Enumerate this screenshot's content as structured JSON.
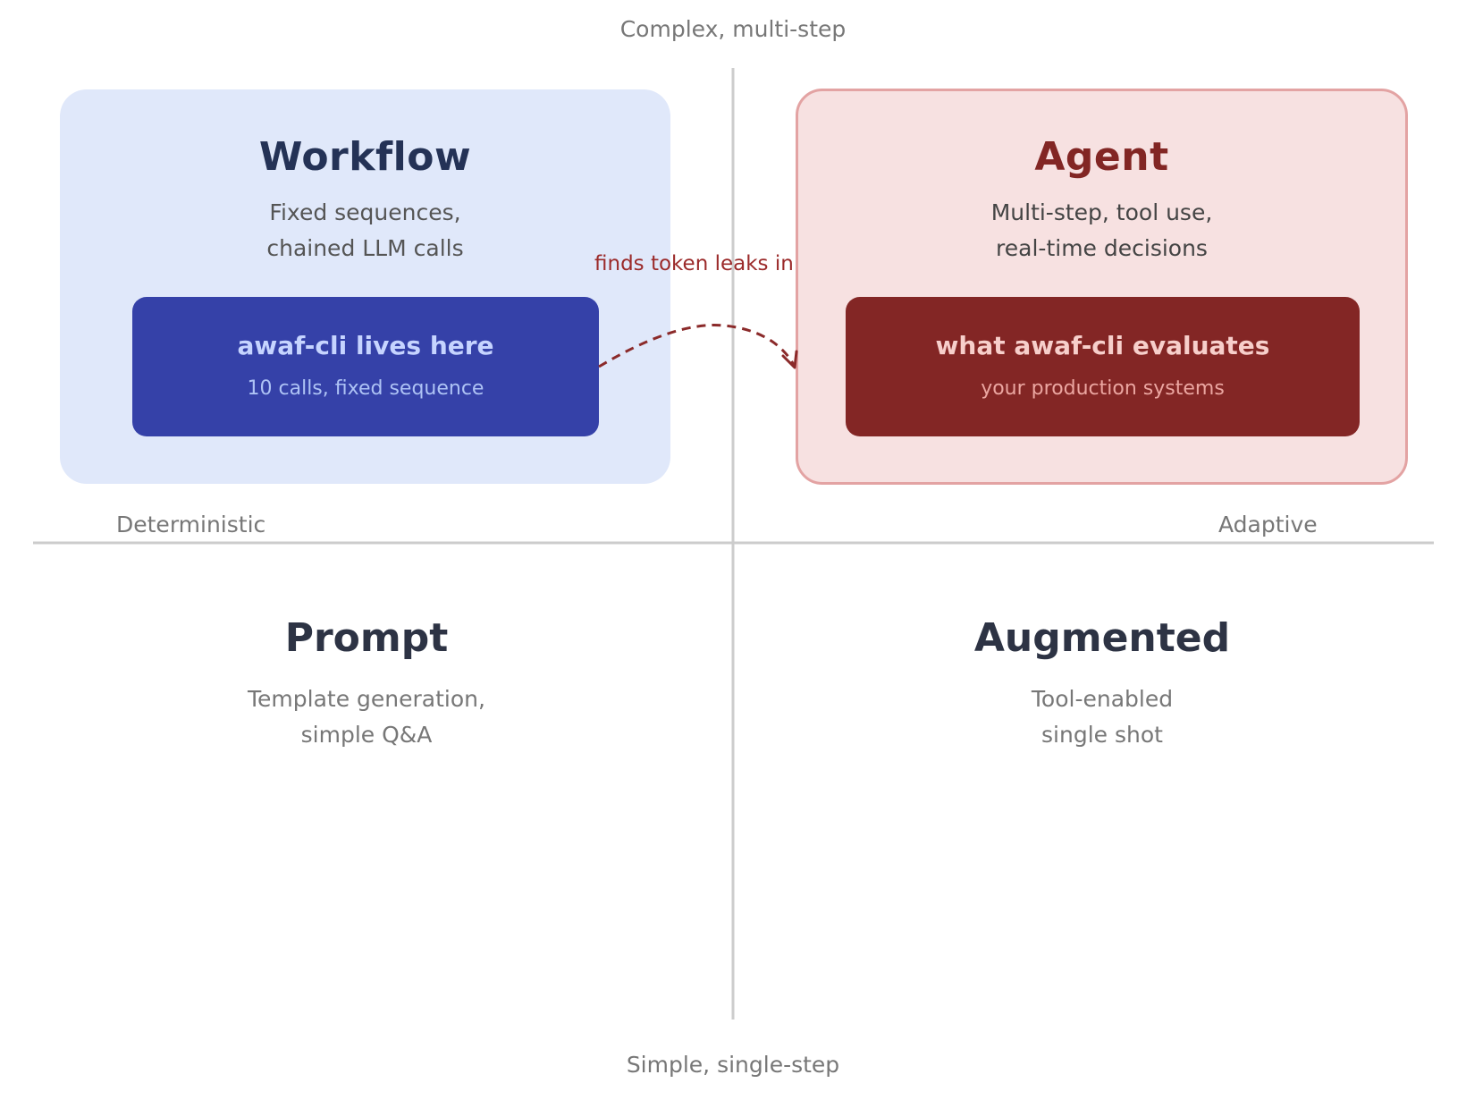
{
  "axes": {
    "top": "Complex, multi-step",
    "bottom": "Simple, single-step",
    "left": "Deterministic",
    "right": "Adaptive"
  },
  "quadrants": {
    "workflow": {
      "title": "Workflow",
      "desc_line1": "Fixed sequences,",
      "desc_line2": "chained LLM calls",
      "inner_title": "awaf-cli lives here",
      "inner_sub": "10 calls, fixed sequence"
    },
    "agent": {
      "title": "Agent",
      "desc_line1": "Multi-step, tool use,",
      "desc_line2": "real-time decisions",
      "inner_title": "what awaf-cli evaluates",
      "inner_sub": "your production systems"
    },
    "prompt": {
      "title": "Prompt",
      "desc_line1": "Template generation,",
      "desc_line2": "simple Q&A"
    },
    "augmented": {
      "title": "Augmented",
      "desc_line1": "Tool-enabled",
      "desc_line2": "single shot"
    }
  },
  "arrow_label": "finds token leaks in",
  "colors": {
    "workflow_bg": "#e0e8fa",
    "workflow_inner": "#3541a8",
    "workflow_title": "#243256",
    "agent_bg": "#f7e1e1",
    "agent_border": "#e3a3a3",
    "agent_inner": "#832625",
    "agent_title": "#822624",
    "axis": "#cccccc",
    "arrow": "#8b2a2a"
  }
}
